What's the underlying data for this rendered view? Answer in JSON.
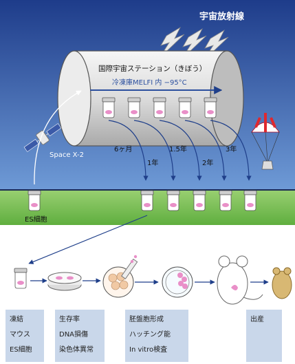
{
  "top": {
    "radiation_label": "宇宙放射線",
    "iss_title": "国際宇宙ステーション（きぼう）",
    "freezer_label": "冷凍庫MELFI 内 −95°C",
    "transport_label": "Space X-2",
    "durations": [
      "6ヶ月",
      "1年",
      "1.5年",
      "2年",
      "3年"
    ],
    "ground_label": "ES細胞"
  },
  "colors": {
    "sky_top": "#1e3c8a",
    "sky_bottom": "#6e9ad6",
    "ground": "#7bc25a",
    "cell_pink": "#e98fc8",
    "box_fill": "#c9d7ea",
    "arrow": "#2b4f9e"
  },
  "result_boxes": [
    {
      "lines": [
        "凍結",
        "マウス",
        "ES細胞"
      ]
    },
    {
      "lines": [
        "生存率",
        "DNA損傷",
        "染色体異常"
      ]
    },
    {
      "lines": [
        "胚盤胞形成",
        "ハッチング能",
        "In vitro検査"
      ]
    },
    {
      "lines": [
        "出産"
      ]
    }
  ]
}
